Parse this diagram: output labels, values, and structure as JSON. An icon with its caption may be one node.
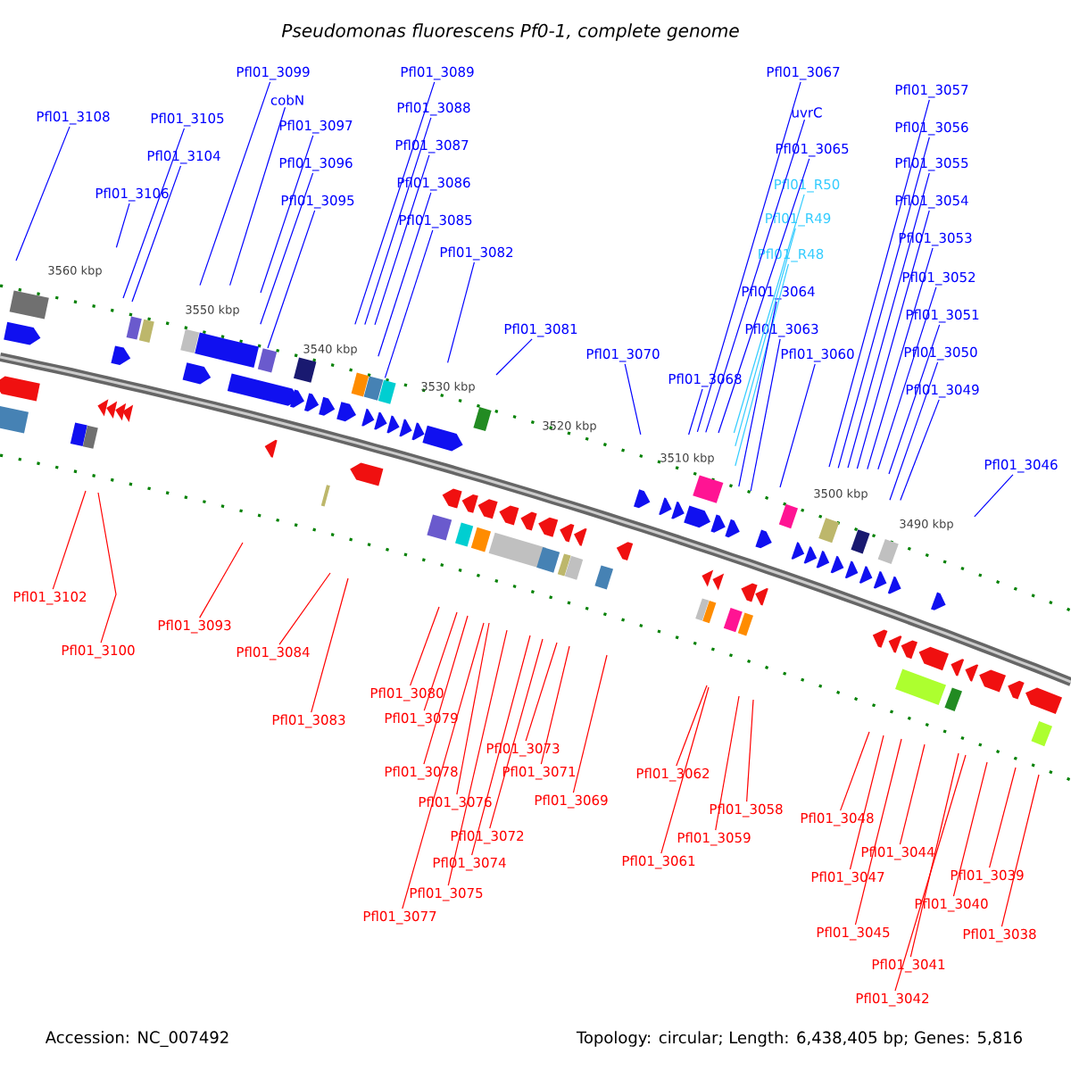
{
  "diagram": {
    "title": "Pseudomonas fluorescens Pf0-1, complete genome",
    "nodes": [
      {
        "text": [
          "Pfl01_3108"
        ]
      },
      {
        "text": [
          "Pfl01_3105"
        ]
      },
      {
        "text": [
          "Pfl01_3104"
        ]
      },
      {
        "text": [
          "Pfl01_3106"
        ]
      },
      {
        "text": [
          "Pfl01_3099"
        ]
      },
      {
        "text": [
          "cobN"
        ]
      },
      {
        "text": [
          "Pfl01_3097"
        ]
      },
      {
        "text": [
          "Pfl01_3096"
        ]
      },
      {
        "text": [
          "Pfl01_3095"
        ]
      },
      {
        "text": [
          "Pfl01_3089"
        ]
      },
      {
        "text": [
          "Pfl01_3088"
        ]
      },
      {
        "text": [
          "Pfl01_3087"
        ]
      },
      {
        "text": [
          "Pfl01_3086"
        ]
      },
      {
        "text": [
          "Pfl01_3085"
        ]
      },
      {
        "text": [
          "Pfl01_3082"
        ]
      },
      {
        "text": [
          "Pfl01_3081"
        ]
      },
      {
        "text": [
          "Pfl01_3070"
        ]
      },
      {
        "text": [
          "Pfl01_3068"
        ]
      },
      {
        "text": [
          "Pfl01_3067"
        ]
      },
      {
        "text": [
          "uvrC"
        ]
      },
      {
        "text": [
          "Pfl01_3065"
        ]
      },
      {
        "text": [
          "Pfl01_R50"
        ]
      },
      {
        "text": [
          "Pfl01_R49"
        ]
      },
      {
        "text": [
          "Pfl01_R48"
        ]
      },
      {
        "text": [
          "Pfl01_3064"
        ]
      },
      {
        "text": [
          "Pfl01_3063"
        ]
      },
      {
        "text": [
          "Pfl01_3060"
        ]
      },
      {
        "text": [
          "Pfl01_3057"
        ]
      },
      {
        "text": [
          "Pfl01_3056"
        ]
      },
      {
        "text": [
          "Pfl01_3055"
        ]
      },
      {
        "text": [
          "Pfl01_3054"
        ]
      },
      {
        "text": [
          "Pfl01_3053"
        ]
      },
      {
        "text": [
          "Pfl01_3052"
        ]
      },
      {
        "text": [
          "Pfl01_3051"
        ]
      },
      {
        "text": [
          "Pfl01_3050"
        ]
      },
      {
        "text": [
          "Pfl01_3049"
        ]
      },
      {
        "text": [
          "Pfl01_3046"
        ]
      },
      {
        "text": [
          "Pfl01_3102"
        ]
      },
      {
        "text": [
          "Pfl01_3100"
        ]
      },
      {
        "text": [
          "Pfl01_3093"
        ]
      },
      {
        "text": [
          "Pfl01_3084"
        ]
      },
      {
        "text": [
          "Pfl01_3083"
        ]
      },
      {
        "text": [
          "Pfl01_3080"
        ]
      },
      {
        "text": [
          "Pfl01_3079"
        ]
      },
      {
        "text": [
          "Pfl01_3078"
        ]
      },
      {
        "text": [
          "Pfl01_3073"
        ]
      },
      {
        "text": [
          "Pfl01_3071"
        ]
      },
      {
        "text": [
          "Pfl01_3076"
        ]
      },
      {
        "text": [
          "Pfl01_3069"
        ]
      },
      {
        "text": [
          "Pfl01_3072"
        ]
      },
      {
        "text": [
          "Pfl01_3074"
        ]
      },
      {
        "text": [
          "Pfl01_3075"
        ]
      },
      {
        "text": [
          "Pfl01_3077"
        ]
      },
      {
        "text": [
          "Pfl01_3062"
        ]
      },
      {
        "text": [
          "Pfl01_3058"
        ]
      },
      {
        "text": [
          "Pfl01_3059"
        ]
      },
      {
        "text": [
          "Pfl01_3061"
        ]
      },
      {
        "text": [
          "Pfl01_3048"
        ]
      },
      {
        "text": [
          "Pfl01_3044"
        ]
      },
      {
        "text": [
          "Pfl01_3047"
        ]
      },
      {
        "text": [
          "Pfl01_3039"
        ]
      },
      {
        "text": [
          "Pfl01_3040"
        ]
      },
      {
        "text": [
          "Pfl01_3045"
        ]
      },
      {
        "text": [
          "Pfl01_3038"
        ]
      },
      {
        "text": [
          "Pfl01_3041"
        ]
      },
      {
        "text": [
          "Pfl01_3042"
        ]
      }
    ],
    "edges": [
      {
        "from": 0,
        "to": null,
        "arrow": "none"
      },
      {
        "from": 1,
        "to": null,
        "arrow": "none"
      },
      {
        "from": 2,
        "to": null,
        "arrow": "none"
      },
      {
        "from": 3,
        "to": null,
        "arrow": "none"
      },
      {
        "from": 4,
        "to": null,
        "arrow": "none"
      },
      {
        "from": 5,
        "to": null,
        "arrow": "none"
      },
      {
        "from": 6,
        "to": null,
        "arrow": "none"
      },
      {
        "from": 7,
        "to": null,
        "arrow": "none"
      },
      {
        "from": 8,
        "to": null,
        "arrow": "none"
      },
      {
        "from": 9,
        "to": null,
        "arrow": "none"
      },
      {
        "from": 10,
        "to": null,
        "arrow": "none"
      },
      {
        "from": 11,
        "to": null,
        "arrow": "none"
      },
      {
        "from": 12,
        "to": null,
        "arrow": "none"
      },
      {
        "from": 13,
        "to": null,
        "arrow": "none"
      },
      {
        "from": 14,
        "to": null,
        "arrow": "none"
      },
      {
        "from": 15,
        "to": null,
        "arrow": "none"
      },
      {
        "from": 16,
        "to": null,
        "arrow": "none"
      },
      {
        "from": 17,
        "to": null,
        "arrow": "none"
      },
      {
        "from": 18,
        "to": null,
        "arrow": "none"
      },
      {
        "from": 19,
        "to": null,
        "arrow": "none"
      },
      {
        "from": 20,
        "to": null,
        "arrow": "none"
      },
      {
        "from": 21,
        "to": null,
        "arrow": "none",
        "color": "#33ccff"
      },
      {
        "from": 22,
        "to": null,
        "arrow": "none",
        "color": "#33ccff"
      },
      {
        "from": 23,
        "to": null,
        "arrow": "none",
        "color": "#33ccff"
      },
      {
        "from": 24,
        "to": null,
        "arrow": "none"
      },
      {
        "from": 25,
        "to": null,
        "arrow": "none"
      },
      {
        "from": 26,
        "to": null,
        "arrow": "none"
      },
      {
        "from": 27,
        "to": null,
        "arrow": "none"
      },
      {
        "from": 28,
        "to": null,
        "arrow": "none"
      },
      {
        "from": 29,
        "to": null,
        "arrow": "none"
      },
      {
        "from": 30,
        "to": null,
        "arrow": "none"
      },
      {
        "from": 31,
        "to": null,
        "arrow": "none"
      },
      {
        "from": 32,
        "to": null,
        "arrow": "none"
      },
      {
        "from": 33,
        "to": null,
        "arrow": "none"
      },
      {
        "from": 34,
        "to": null,
        "arrow": "none"
      },
      {
        "from": 35,
        "to": null,
        "arrow": "none"
      },
      {
        "from": 36,
        "to": null,
        "arrow": "none"
      },
      {
        "from": 37,
        "to": null,
        "arrow": "none",
        "color": "#ff0000"
      },
      {
        "from": 38,
        "to": null,
        "arrow": "none",
        "color": "#ff0000"
      },
      {
        "from": 39,
        "to": null,
        "arrow": "none",
        "color": "#ff0000"
      },
      {
        "from": 40,
        "to": null,
        "arrow": "none",
        "color": "#ff0000"
      },
      {
        "from": 41,
        "to": null,
        "arrow": "none",
        "color": "#ff0000"
      },
      {
        "from": 42,
        "to": null,
        "arrow": "none",
        "color": "#ff0000"
      },
      {
        "from": 43,
        "to": null,
        "arrow": "none",
        "color": "#ff0000"
      },
      {
        "from": 44,
        "to": null,
        "arrow": "none",
        "color": "#ff0000"
      },
      {
        "from": 45,
        "to": null,
        "arrow": "none",
        "color": "#ff0000"
      },
      {
        "from": 46,
        "to": null,
        "arrow": "none",
        "color": "#ff0000"
      },
      {
        "from": 47,
        "to": null,
        "arrow": "none",
        "color": "#ff0000"
      },
      {
        "from": 48,
        "to": null,
        "arrow": "none",
        "color": "#ff0000"
      },
      {
        "from": 49,
        "to": null,
        "arrow": "none",
        "color": "#ff0000"
      },
      {
        "from": 50,
        "to": null,
        "arrow": "none",
        "color": "#ff0000"
      },
      {
        "from": 51,
        "to": null,
        "arrow": "none",
        "color": "#ff0000"
      },
      {
        "from": 52,
        "to": null,
        "arrow": "none",
        "color": "#ff0000"
      },
      {
        "from": 53,
        "to": null,
        "arrow": "none",
        "color": "#ff0000"
      },
      {
        "from": 54,
        "to": null,
        "arrow": "none",
        "color": "#ff0000"
      },
      {
        "from": 55,
        "to": null,
        "arrow": "none",
        "color": "#ff0000"
      },
      {
        "from": 56,
        "to": null,
        "arrow": "none",
        "color": "#ff0000"
      },
      {
        "from": 57,
        "to": null,
        "arrow": "none",
        "color": "#ff0000"
      },
      {
        "from": 58,
        "to": null,
        "arrow": "none",
        "color": "#ff0000"
      },
      {
        "from": 59,
        "to": null,
        "arrow": "none",
        "color": "#ff0000"
      },
      {
        "from": 60,
        "to": null,
        "arrow": "none",
        "color": "#ff0000"
      },
      {
        "from": 61,
        "to": null,
        "arrow": "none",
        "color": "#ff0000"
      },
      {
        "from": 62,
        "to": null,
        "arrow": "none",
        "color": "#ff0000"
      },
      {
        "from": 63,
        "to": null,
        "arrow": "none",
        "color": "#ff0000"
      },
      {
        "from": 64,
        "to": null,
        "arrow": "none",
        "color": "#ff0000"
      },
      {
        "from": 65,
        "to": null,
        "arrow": "none",
        "color": "#ff0000"
      }
    ],
    "labels": [
      "3560 kbp",
      "3550 kbp",
      "3540 kbp",
      "3530 kbp",
      "3520 kbp",
      "3510 kbp",
      "3500 kbp",
      "3490 kbp",
      "Accession: NC_007492",
      "Topology: circular; Length: 6,438,405 bp; Genes: 5,816"
    ]
  }
}
